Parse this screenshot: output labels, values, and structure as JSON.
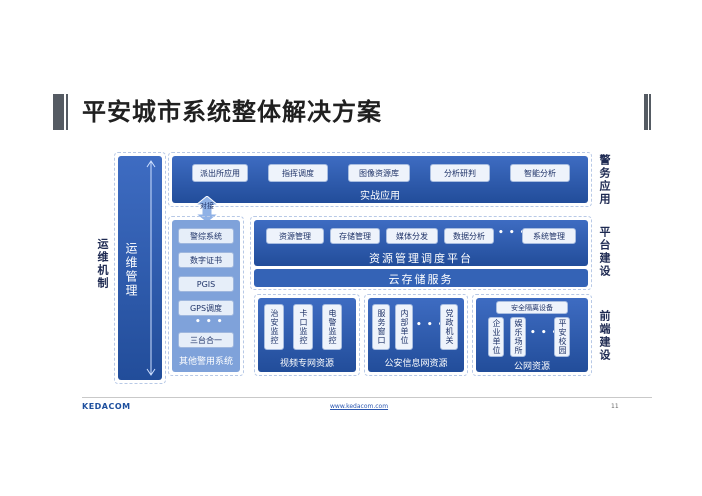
{
  "title": "平安城市系统整体解决方案",
  "left_labels": {
    "ops": "运维机制",
    "ops_management": "运维管理"
  },
  "right_labels": {
    "police_app": "警务应用",
    "platform": "平台建设",
    "frontend": "前端建设"
  },
  "combat": {
    "items": [
      "派出所应用",
      "指挥调度",
      "图像资源库",
      "分析研判",
      "智能分析"
    ],
    "label": "实战应用"
  },
  "connector_label": "对接",
  "other_systems": {
    "items": [
      "警综系统",
      "数字证书",
      "PGIS",
      "GPS调度",
      "三台合一"
    ],
    "ellipsis": "• • •",
    "label": "其他警用系统"
  },
  "platform": {
    "items": [
      "资源管理",
      "存储管理",
      "媒体分发",
      "数据分析",
      "系统管理"
    ],
    "ellipsis": "• • •",
    "label": "资源管理调度平台",
    "cloud_label": "云存储服务"
  },
  "video_network": {
    "items": [
      "治安监控",
      "卡口监控",
      "电警监控"
    ],
    "label": "视频专网资源"
  },
  "info_network": {
    "items": [
      "服务窗口",
      "内部单位",
      "党政机关"
    ],
    "ellipsis": "• • •",
    "label": "公安信息网资源"
  },
  "public_network": {
    "gateway": "安全隔离设备",
    "items": [
      "企业单位",
      "娱乐场所",
      "平安校园"
    ],
    "ellipsis": "• • •",
    "label": "公网资源"
  },
  "footer": {
    "logo": "KEDACOM",
    "url": "www.kedacom.com",
    "page": "11"
  }
}
